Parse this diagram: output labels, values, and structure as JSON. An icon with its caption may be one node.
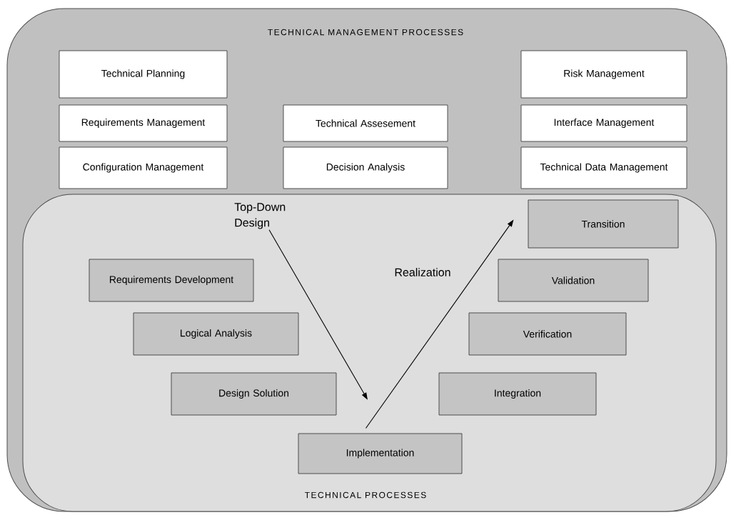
{
  "diagram": {
    "nodes": [
      {
        "text": [
          "TECHNICAL MANAGEMENT PROCESSES"
        ]
      },
      {
        "text": [
          "Technical Planning"
        ],
        "in": 0
      },
      {
        "text": [
          "Risk Management"
        ],
        "in": 0
      },
      {
        "text": [
          "Requirements Management"
        ],
        "in": 0
      },
      {
        "text": [
          "Technical Assesement"
        ],
        "in": 0
      },
      {
        "text": [
          "Interface Management"
        ],
        "in": 0
      },
      {
        "text": [
          "Configuration Management"
        ],
        "in": 0
      },
      {
        "text": [
          "Decision Analysis"
        ],
        "in": 0
      },
      {
        "text": [
          "Technical Data Management"
        ],
        "in": 0
      },
      {
        "text": [
          "TECHNICAL PROCESSES"
        ],
        "in": 0
      },
      {
        "text": [
          "Top-Down Design"
        ],
        "in": 9
      },
      {
        "text": [
          "Requirements Development"
        ],
        "in": 9
      },
      {
        "text": [
          "Logical Analysis"
        ],
        "in": 9
      },
      {
        "text": [
          "Design Solution"
        ],
        "in": 9
      },
      {
        "text": [
          "Implementation"
        ],
        "in": 9
      },
      {
        "text": [
          "Transition"
        ],
        "in": 9
      },
      {
        "text": [
          "Validation"
        ],
        "in": 9
      },
      {
        "text": [
          "Verification"
        ],
        "in": 9
      },
      {
        "text": [
          "Integration"
        ],
        "in": 9
      }
    ],
    "edges": [
      {
        "from": 10,
        "to": null,
        "arrow": "to"
      },
      {
        "from": 14,
        "to": 15,
        "arrow": "to",
        "label": "Realization"
      }
    ]
  }
}
